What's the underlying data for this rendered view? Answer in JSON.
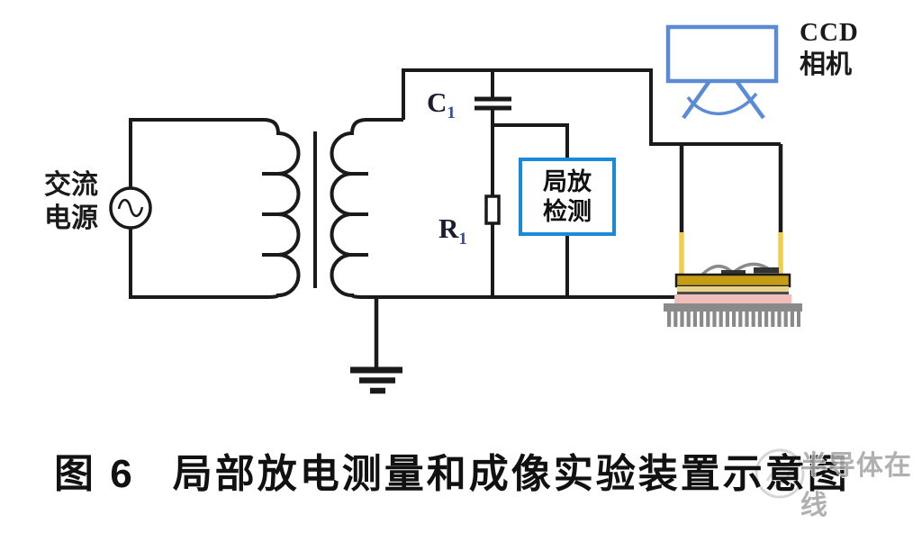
{
  "labels": {
    "ac_source_line1": "交流",
    "ac_source_line2": "电源",
    "capacitor": "C",
    "capacitor_sub": "1",
    "resistor": "R",
    "resistor_sub": "1",
    "pd_box_line1": "局放",
    "pd_box_line2": "检测",
    "camera_line1": "CCD",
    "camera_line2": "相机"
  },
  "caption": {
    "prefix": "图 6",
    "text": "局部放电测量和成像实验装置示意图"
  },
  "watermark": {
    "text": "半导体在线"
  },
  "colors": {
    "wire_black": "#1a1a1a",
    "pd_box_border_blue": "#1989d8",
    "camera_blue": "#5b8bd6",
    "electrode_yellow": "#f0cd4a",
    "gold_layer": "#c59c15",
    "light_gold_layer": "#e8d28a",
    "solder_pink": "#f0bdbb",
    "heatsink_gray": "#8a8a8a",
    "watermark_gray": "#a3a3a3"
  }
}
